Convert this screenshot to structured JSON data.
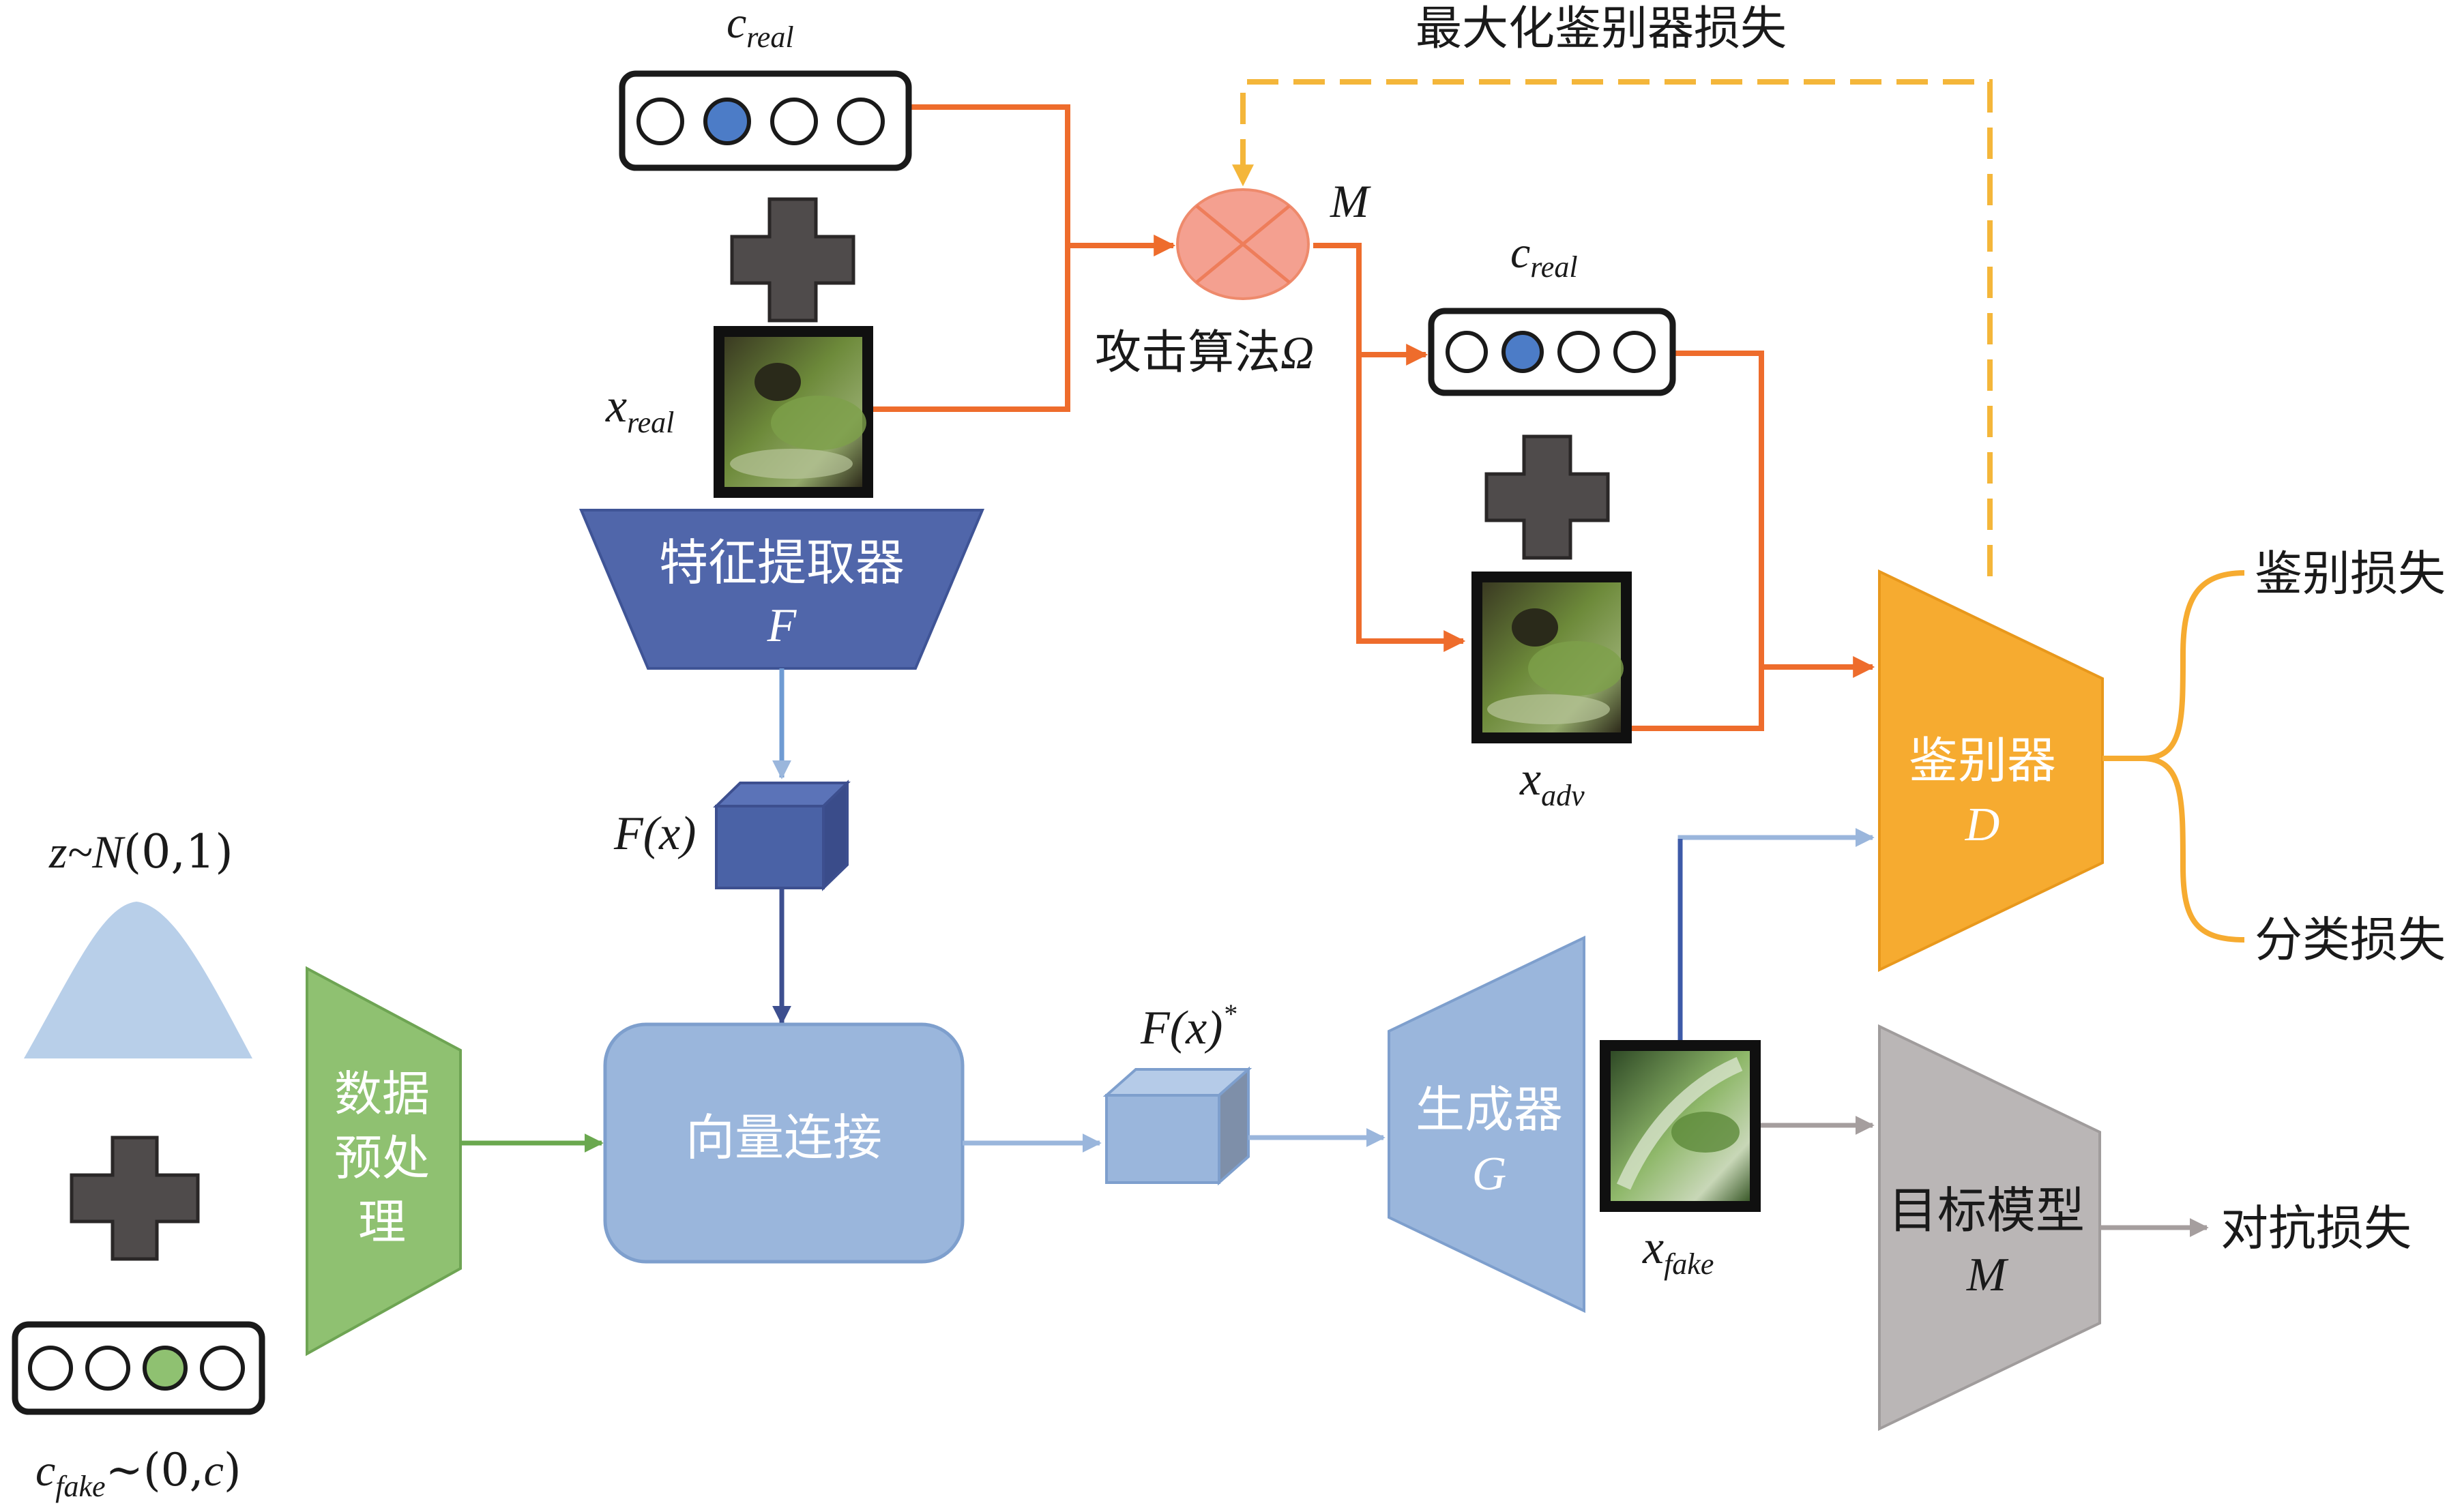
{
  "labels": {
    "maximize_loss": "最大化鉴别器损失",
    "attack_algorithm": "攻击算法",
    "omega": "Ω",
    "M_top": "M",
    "c_real_main": "c",
    "c_real_adv": "c",
    "real_sub": "real",
    "x_real": "x",
    "x_real_sub": "real",
    "x_adv": "x",
    "x_adv_sub": "adv",
    "x_fake": "x",
    "x_fake_sub": "fake",
    "c_fake": "c",
    "c_fake_sub": "fake",
    "c_fake_dist": "~(0,",
    "c_fake_dist_c": "c",
    "c_fake_dist_close": ")",
    "z_dist_z": "z",
    "z_dist_n": "~N",
    "z_dist_params": "(0,1)",
    "Fx": "F(x)",
    "Fx_star": "F(x)",
    "star": "*"
  },
  "nodes": {
    "feature_extractor": {
      "title": "特征提取器",
      "symbol": "F"
    },
    "preprocess": {
      "line1": "数据",
      "line2": "预处",
      "line3": "理"
    },
    "concat": {
      "title": "向量连接"
    },
    "generator": {
      "title": "生成器",
      "symbol": "G"
    },
    "discriminator": {
      "title": "鉴别器",
      "symbol": "D"
    },
    "target_model": {
      "title": "目标模型",
      "symbol": "M"
    }
  },
  "outputs": {
    "discrimination_loss": "鉴别损失",
    "classification_loss": "分类损失",
    "adversarial_loss": "对抗损失"
  },
  "colors": {
    "orange_path": "#ee6c2c",
    "dashed_path": "#f4b63a",
    "feature_blue": "#5066aa",
    "light_blue": "#9ab6dc",
    "green": "#8fc171",
    "discriminator": "#f6ab30",
    "target_gray": "#bab6b6",
    "cross": "#f4a090",
    "one_hot_blue": "#4c7cc7",
    "one_hot_green": "#8fc171"
  }
}
